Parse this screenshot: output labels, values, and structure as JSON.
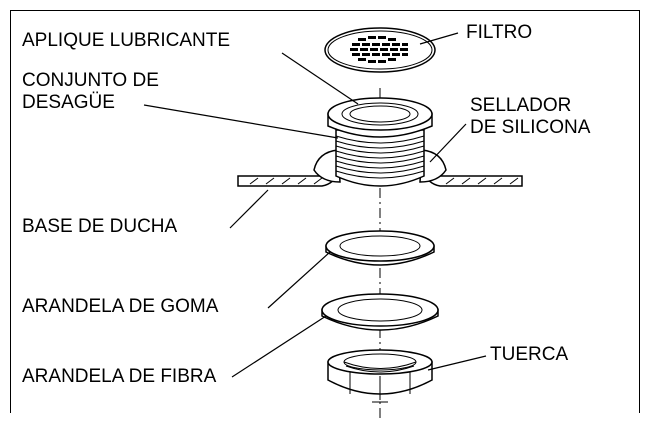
{
  "labels": {
    "aplique": "APLIQUE LUBRICANTE",
    "filtro": "FILTRO",
    "conjunto_line1": "CONJUNTO DE",
    "conjunto_line2": "DESAGÜE",
    "sellador_line1": "SELLADOR",
    "sellador_line2": "DE SILICONA",
    "base": "BASE DE DUCHA",
    "goma": "ARANDELA DE GOMA",
    "fibra": "ARANDELA DE FIBRA",
    "tuerca": "TUERCA"
  }
}
